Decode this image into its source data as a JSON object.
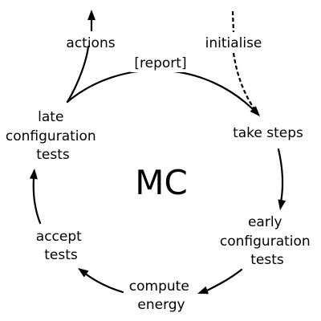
{
  "diagram": {
    "center": "MC",
    "nodes": {
      "actions": [
        "actions"
      ],
      "initialise": [
        "initialise"
      ],
      "report": [
        "[report]"
      ],
      "take_steps": [
        "take steps"
      ],
      "early_config": [
        "early",
        "configuration",
        "tests"
      ],
      "compute_energy": [
        "compute",
        "energy"
      ],
      "accept_tests": [
        "accept",
        "tests"
      ],
      "late_config": [
        "late",
        "configuration",
        "tests"
      ]
    }
  }
}
